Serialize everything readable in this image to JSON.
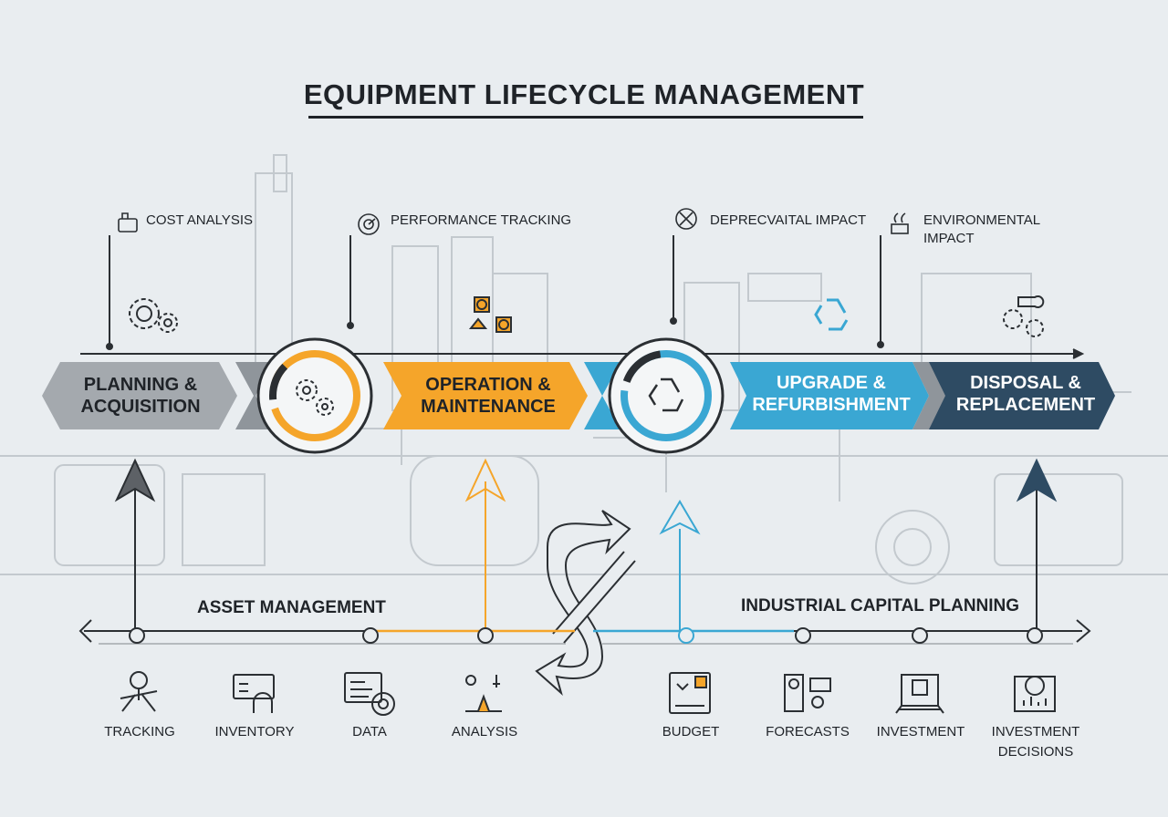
{
  "title": "EQUIPMENT LIFECYCLE MANAGEMENT",
  "callouts": [
    {
      "label": "COST ANALYSIS",
      "icon": "cost-analysis-icon"
    },
    {
      "label": "PERFORMANCE TRACKING",
      "icon": "performance-gauge-icon"
    },
    {
      "label": "DEPRECVAITAL IMPACT",
      "icon": "depreciation-tools-icon"
    },
    {
      "label": "ENVIRONMENTAL\nIMPACT",
      "icon": "environment-icon"
    }
  ],
  "stages": [
    {
      "label": "PLANNING &\nACQUISITION",
      "color": "#a4a9ae",
      "text_color": "#1f2328"
    },
    {
      "label": "OPERATION &\nMAINTENANCE",
      "color": "#f5a52a",
      "text_color": "#1f2328"
    },
    {
      "label": "UPGRADE &\nREFURBISHMENT",
      "color": "#3aa7d3",
      "text_color": "#ffffff"
    },
    {
      "label": "DISPOSAL &\nREPLACEMENT",
      "color": "#2e4b63",
      "text_color": "#ffffff"
    }
  ],
  "hubs": [
    {
      "icon": "gears-icon",
      "ring_color": "#f5a52a"
    },
    {
      "icon": "recycle-icon",
      "ring_color": "#3aa7d3"
    }
  ],
  "tracks": {
    "left": "ASSET MANAGEMENT",
    "right": "INDUSTRIAL CAPITAL PLANNING"
  },
  "bottom_items": [
    {
      "label": "TRACKING",
      "icon": "tracking-icon"
    },
    {
      "label": "INVENTORY",
      "icon": "inventory-icon"
    },
    {
      "label": "DATA",
      "icon": "data-icon"
    },
    {
      "label": "ANALYSIS",
      "icon": "analysis-icon"
    },
    {
      "label": "BUDGET",
      "icon": "budget-icon"
    },
    {
      "label": "FORECASTS",
      "icon": "forecasts-icon"
    },
    {
      "label": "INVESTMENT",
      "icon": "investment-icon"
    },
    {
      "label": "INVESTMENT\nDECISIONS",
      "icon": "investment-decisions-icon"
    }
  ],
  "colors": {
    "background": "#e9edf0",
    "line": "#2b2f33",
    "orange": "#f5a52a",
    "blue": "#3aa7d3",
    "navy": "#2e4b63",
    "grey": "#a4a9ae"
  }
}
